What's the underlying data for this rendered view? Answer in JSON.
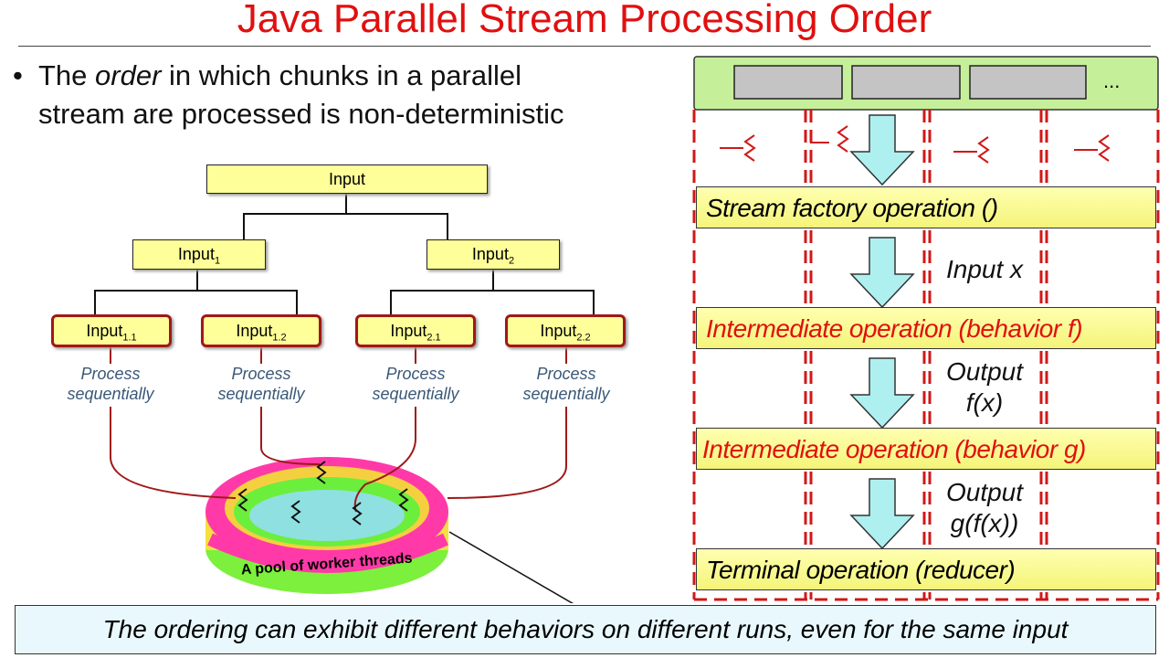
{
  "title": "Java Parallel Stream Processing Order",
  "bullet": {
    "before": "The ",
    "emphasis": "order",
    "after": " in which chunks in a parallel",
    "line2": "stream are processed is non-deterministic"
  },
  "tree": {
    "root": "Input",
    "level1": [
      {
        "base": "Input",
        "sub": "1"
      },
      {
        "base": "Input",
        "sub": "2"
      }
    ],
    "leaves": [
      {
        "base": "Input",
        "sub": "1.1"
      },
      {
        "base": "Input",
        "sub": "1.2"
      },
      {
        "base": "Input",
        "sub": "2.1"
      },
      {
        "base": "Input",
        "sub": "2.2"
      }
    ],
    "process_line1": "Process",
    "process_line2": "sequentially",
    "pool_label": "A pool of worker threads"
  },
  "pipeline": {
    "ellipsis": "...",
    "ops": [
      "Stream factory operation ()",
      "Intermediate operation (behavior f)",
      "Intermediate operation (behavior g)",
      "Terminal operation (reducer)"
    ],
    "labels": [
      [
        "Input x"
      ],
      [
        "Output",
        "f(x)"
      ],
      [
        "Output",
        "g(f(x))"
      ]
    ]
  },
  "caption": "The ordering can exhibit different behaviors on different runs, even for the same input",
  "colors": {
    "title": "#e01010",
    "box": "#ffff99",
    "leaf_border": "#a01818",
    "chunk_bar": "#c6ef9a",
    "arrow": "#aef0f0",
    "dash": "#d01818",
    "caption_bg": "#e8f8fc"
  }
}
